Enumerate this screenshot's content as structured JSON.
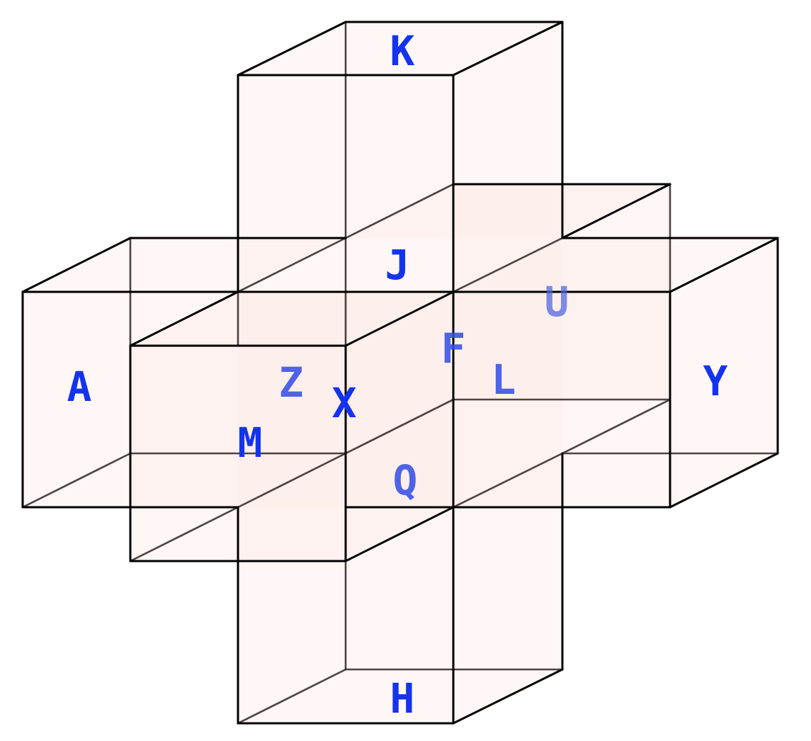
{
  "diagram": {
    "labels": {
      "K": "K",
      "J": "J",
      "U": "U",
      "F": "F",
      "A": "A",
      "Z": "Z",
      "X": "X",
      "L": "L",
      "Y": "Y",
      "M": "M",
      "Q": "Q",
      "H": "H"
    },
    "colors": {
      "edge": "#000000",
      "face_fill": "#fdebe8",
      "label": "#1433ee"
    }
  }
}
